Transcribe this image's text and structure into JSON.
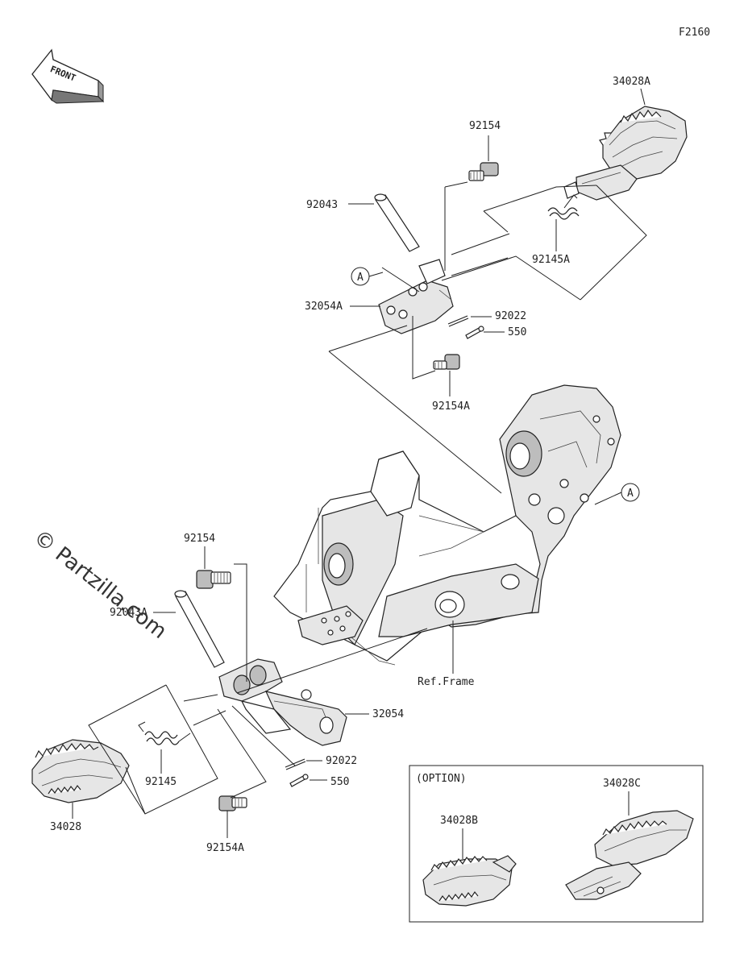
{
  "figure_code": "F2160",
  "front_arrow_text": "FRONT",
  "watermark": "© Partzilla.com",
  "ref_marker": "A",
  "ref_frame_label": "Ref.Frame",
  "labels": {
    "p34028A": "34028A",
    "p92154_top": "92154",
    "p92043": "92043",
    "p92145A": "92145A",
    "p32054A": "32054A",
    "p92022_top": "92022",
    "p550_top": "550",
    "p92154A_top": "92154A",
    "p92154_left": "92154",
    "p92043A": "92043A",
    "p32054": "32054",
    "p92022_bot": "92022",
    "p550_bot": "550",
    "p92145": "92145",
    "p34028": "34028",
    "p92154A_bot": "92154A"
  },
  "option_box": {
    "title": "(OPTION)",
    "p34028B": "34028B",
    "p34028C": "34028C"
  }
}
